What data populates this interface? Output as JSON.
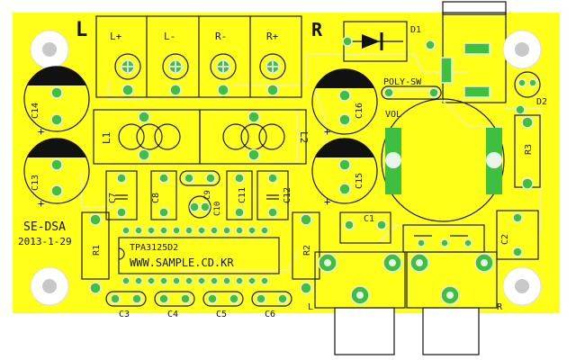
{
  "board": {
    "board_color": "#ffff1a",
    "pad_color": "#3fbf3f",
    "silk_color": "#111111",
    "hole_color": "#c8c8c8",
    "label_left_channel": "L",
    "label_right_channel": "R",
    "model": "SE-DSA",
    "date": "2013-1-29",
    "ic_name": "TPA3125D2",
    "website": "WWW.SAMPLE.CD.KR",
    "output_L": "L",
    "output_R": "R"
  },
  "terminals": [
    "L+",
    "L-",
    "R-",
    "R+"
  ],
  "inductors": [
    "L1",
    "L2"
  ],
  "electrolytic_caps": [
    "C14",
    "C16",
    "C13",
    "C15"
  ],
  "film_caps_row": [
    "C7",
    "C8",
    "C9",
    "C10",
    "C11",
    "C12"
  ],
  "bottom_caps": [
    "C3",
    "C4",
    "C5",
    "C6"
  ],
  "resistors": [
    "R1",
    "R2",
    "R3"
  ],
  "misc": {
    "diode_1": "D1",
    "diode_2": "D2",
    "fuse": "POLY-SW",
    "volume": "VOL",
    "cap_c1": "C1",
    "cap_c2": "C2",
    "plus": "+"
  }
}
